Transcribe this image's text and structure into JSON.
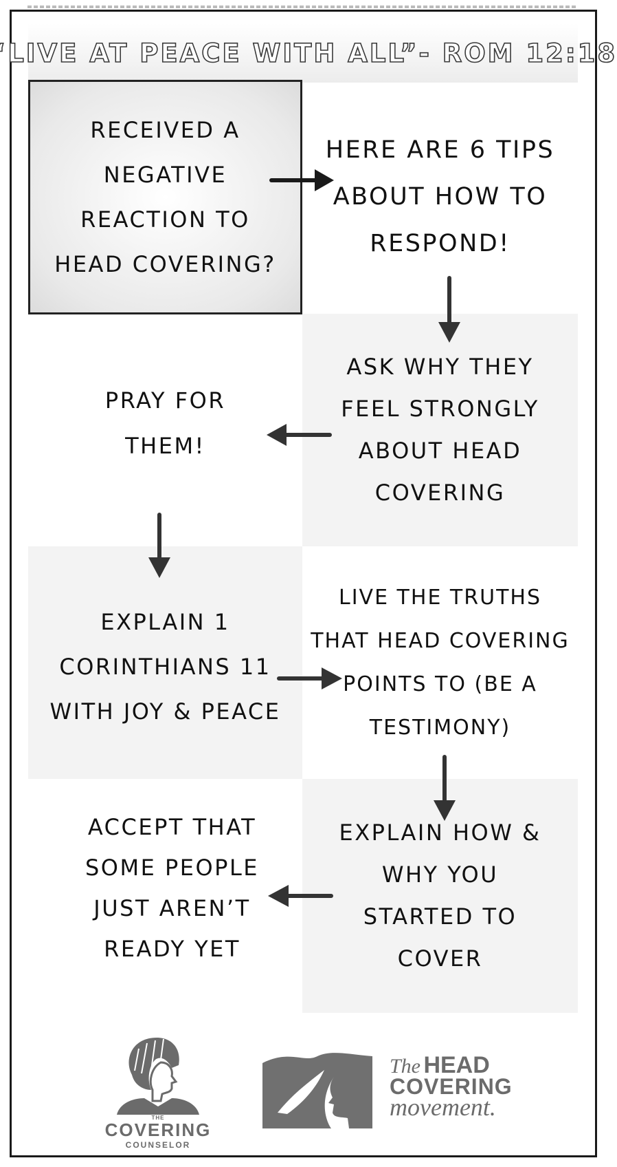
{
  "header": {
    "title": "“LIVE AT PEACE WITH ALL”- ROM 12:18"
  },
  "nodes": {
    "start": "RECEIVED A NEGATIVE REACTION TO HEAD COVERING?",
    "tips": "HERE ARE 6 TIPS ABOUT HOW TO RESPOND!",
    "ask": "ASK WHY THEY FEEL STRONGLY ABOUT HEAD COVERING",
    "pray": "PRAY FOR THEM!",
    "explain_cor": "EXPLAIN 1 CORINTHIANS 11 WITH JOY & PEACE",
    "live": "LIVE THE TRUTHS THAT HEAD COVERING POINTS TO (BE A TESTIMONY)",
    "explain_why": "EXPLAIN HOW & WHY YOU STARTED TO COVER",
    "accept": "ACCEPT THAT SOME PEOPLE JUST AREN’T READY YET"
  },
  "logos": {
    "left": {
      "line1": "THE",
      "line2": "COVERING",
      "line3": "COUNSELOR"
    },
    "right": {
      "line1": "The",
      "line2": "HEAD",
      "line3": "COVERING",
      "line4": "movement."
    }
  },
  "colors": {
    "arrow": "#333333",
    "shade": "#f3f3f3",
    "logo_gray": "#6b6b6b"
  },
  "icons": [
    "woman-profile-icon",
    "flag-profile-icon"
  ]
}
